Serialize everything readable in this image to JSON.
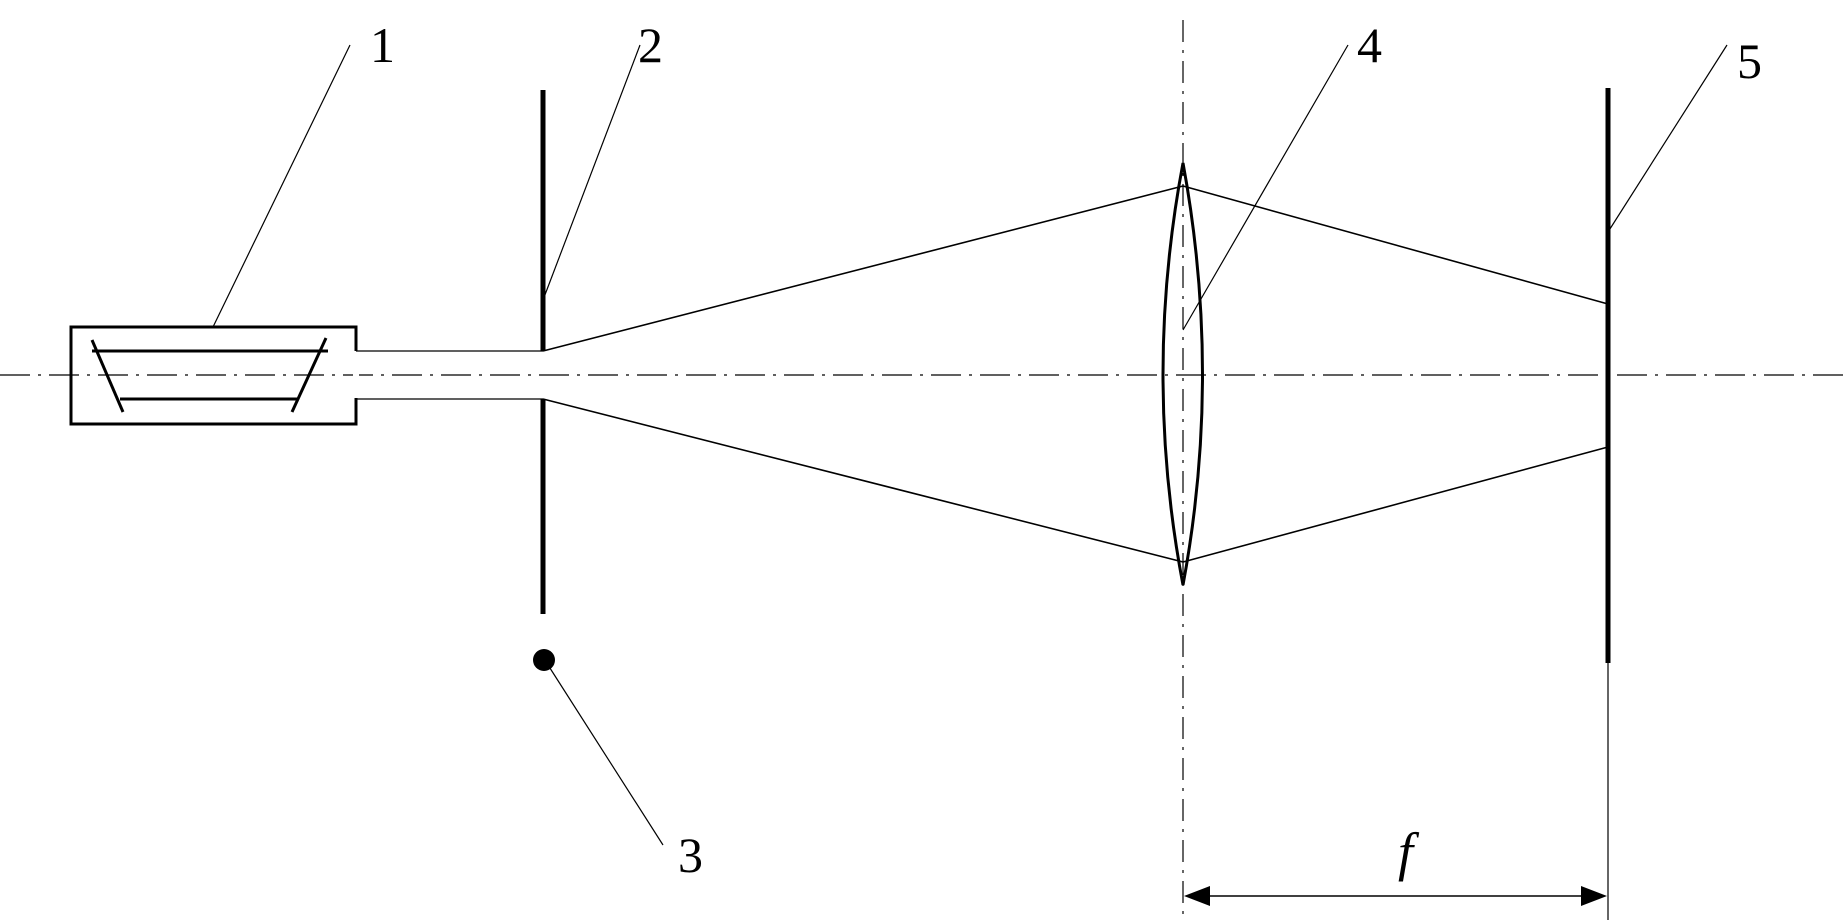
{
  "labels": {
    "laser": "1",
    "screen_slit": "2",
    "point_object": "3",
    "lens": "4",
    "image_screen": "5",
    "focal_length": "f"
  }
}
